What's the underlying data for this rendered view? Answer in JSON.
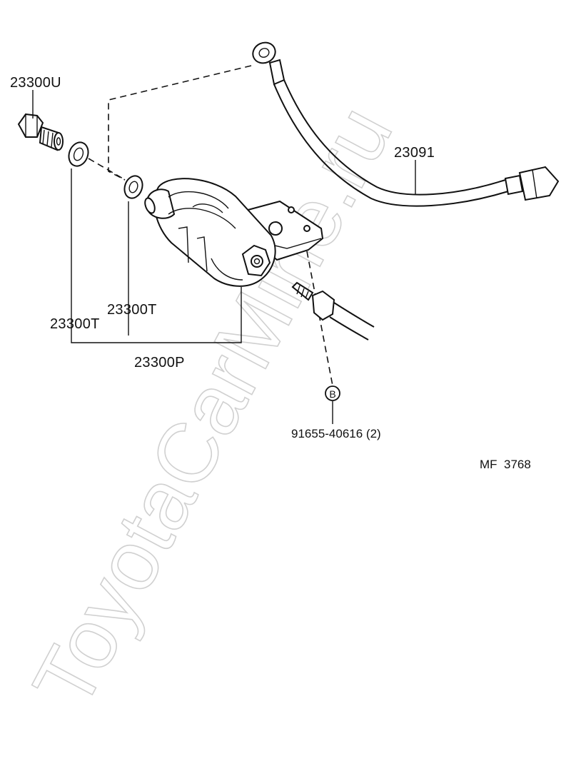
{
  "labels": {
    "bolt": "23300U",
    "hose": "23091",
    "gasket_left": "23300T",
    "gasket_right": "23300T",
    "assembly": "23300P",
    "bolt_ref_symbol": "B",
    "bolt_ref": "91655-40616 (2)",
    "figure_code": "MF  3768"
  },
  "watermark": "ToyotaCarMine.ru",
  "colors": {
    "ink": "#111111",
    "watermark": "#d0d0d0",
    "background": "#ffffff"
  }
}
